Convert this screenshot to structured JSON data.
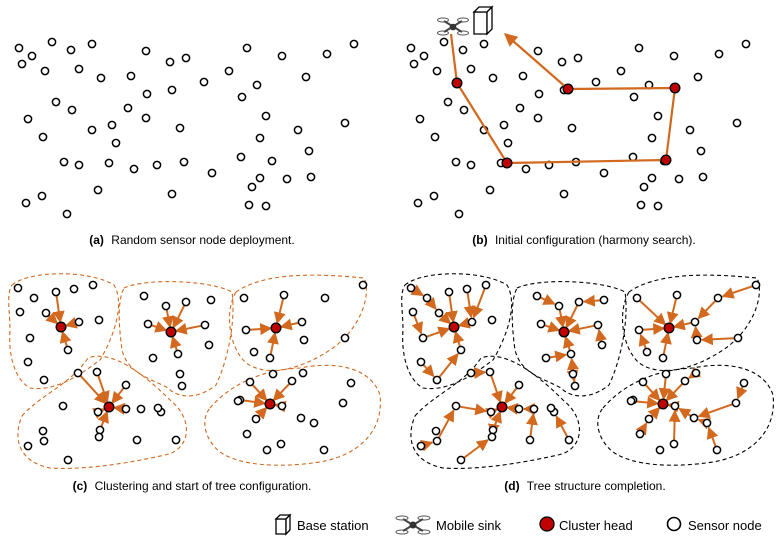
{
  "colors": {
    "edge": "#d2691e",
    "cluster_head_fill": "#c00000",
    "cluster_boundary_c": "#d2691e",
    "cluster_boundary_d": "#000000",
    "node_stroke": "#000000"
  },
  "panels": [
    {
      "id": "a",
      "label": "(a)",
      "caption": "Random sensor node deployment."
    },
    {
      "id": "b",
      "label": "(b)",
      "caption": "Initial configuration (harmony search)."
    },
    {
      "id": "c",
      "label": "(c)",
      "caption": "Clustering and start of tree configuration."
    },
    {
      "id": "d",
      "label": "(d)",
      "caption": "Tree structure completion."
    }
  ],
  "legend": [
    {
      "icon": "base-station-icon",
      "label": "Base station"
    },
    {
      "icon": "mobile-sink-icon",
      "label": "Mobile sink"
    },
    {
      "icon": "cluster-head-icon",
      "label": "Cluster head"
    },
    {
      "icon": "sensor-node-icon",
      "label": "Sensor node"
    }
  ]
}
